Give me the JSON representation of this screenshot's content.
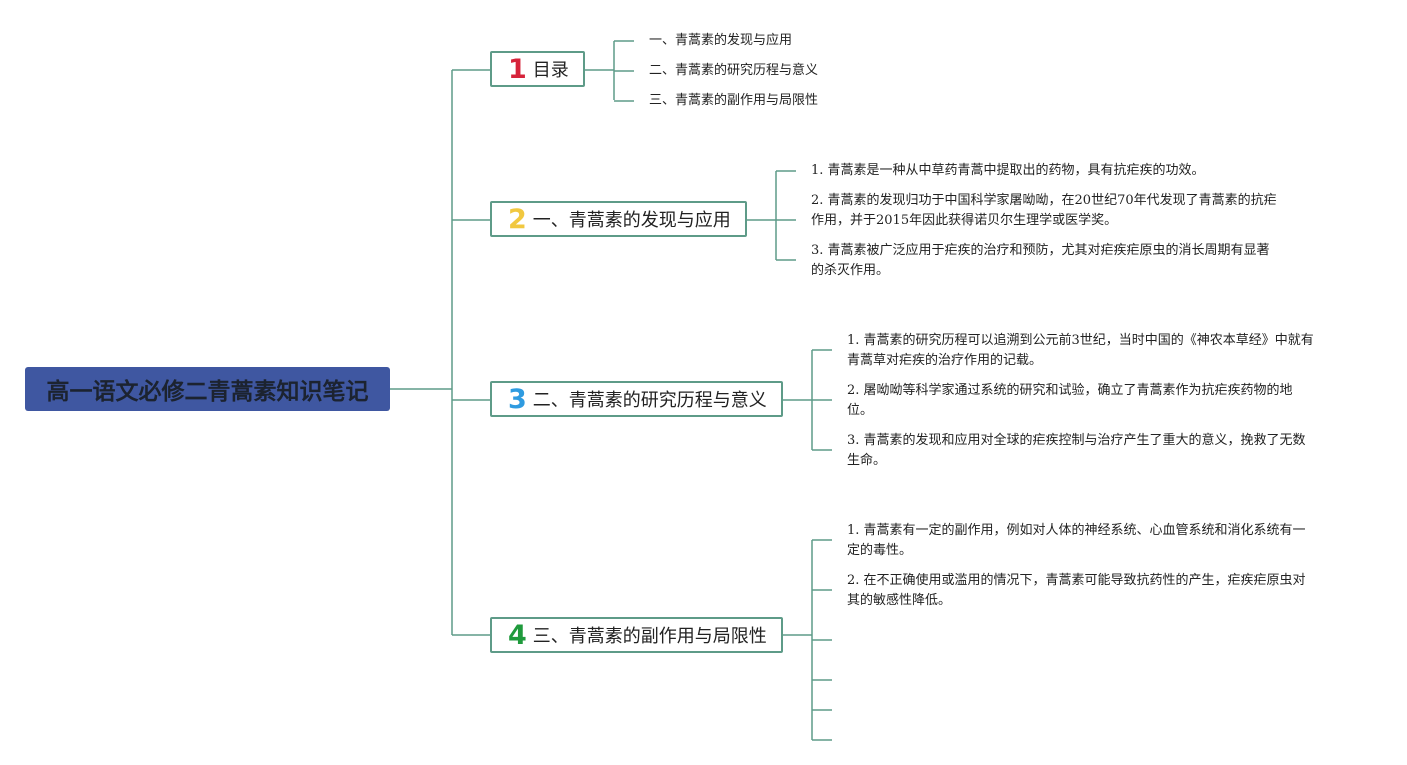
{
  "root": {
    "title": "高一语文必修二青蒿素知识笔记"
  },
  "topics": [
    {
      "num": "1",
      "num_color": "#d6233a",
      "label": "目录",
      "leaves": [
        "一、青蒿素的发现与应用",
        "二、青蒿素的研究历程与意义",
        "三、青蒿素的副作用与局限性"
      ]
    },
    {
      "num": "2",
      "num_color": "#f1c840",
      "label": "一、青蒿素的发现与应用",
      "leaves": [
        [
          "1. 青蒿素是一种从中草药青蒿中提取出的药物，具有抗疟疾的功效。"
        ],
        [
          "2. 青蒿素的发现归功于中国科学家屠呦呦，在20世纪70年代发现了青蒿素的抗疟",
          "作用，并于2015年因此获得诺贝尔生理学或医学奖。"
        ],
        [
          "3. 青蒿素被广泛应用于疟疾的治疗和预防，尤其对疟疾疟原虫的消长周期有显著",
          "的杀灭作用。"
        ]
      ]
    },
    {
      "num": "3",
      "num_color": "#2f9be0",
      "label": "二、青蒿素的研究历程与意义",
      "leaves": [
        [
          "1. 青蒿素的研究历程可以追溯到公元前3世纪，当时中国的《神农本草经》中就有",
          "青蒿草对疟疾的治疗作用的记载。"
        ],
        [
          "2. 屠呦呦等科学家通过系统的研究和试验，确立了青蒿素作为抗疟疾药物的地",
          "位。"
        ],
        [
          "3. 青蒿素的发现和应用对全球的疟疾控制与治疗产生了重大的意义，挽救了无数",
          "生命。"
        ]
      ]
    },
    {
      "num": "4",
      "num_color": "#1f9a3c",
      "label": "三、青蒿素的副作用与局限性",
      "leaves": [
        [
          "1. 青蒿素有一定的副作用，例如对人体的神经系统、心血管系统和消化系统有一",
          "定的毒性。"
        ],
        [
          "2. 在不正确使用或滥用的情况下，青蒿素可能导致抗药性的产生，疟疾疟原虫对",
          "其的敏感性降低。"
        ]
      ]
    }
  ],
  "colors": {
    "line": "#5e9b88",
    "root_bg": "#3f57a1"
  }
}
